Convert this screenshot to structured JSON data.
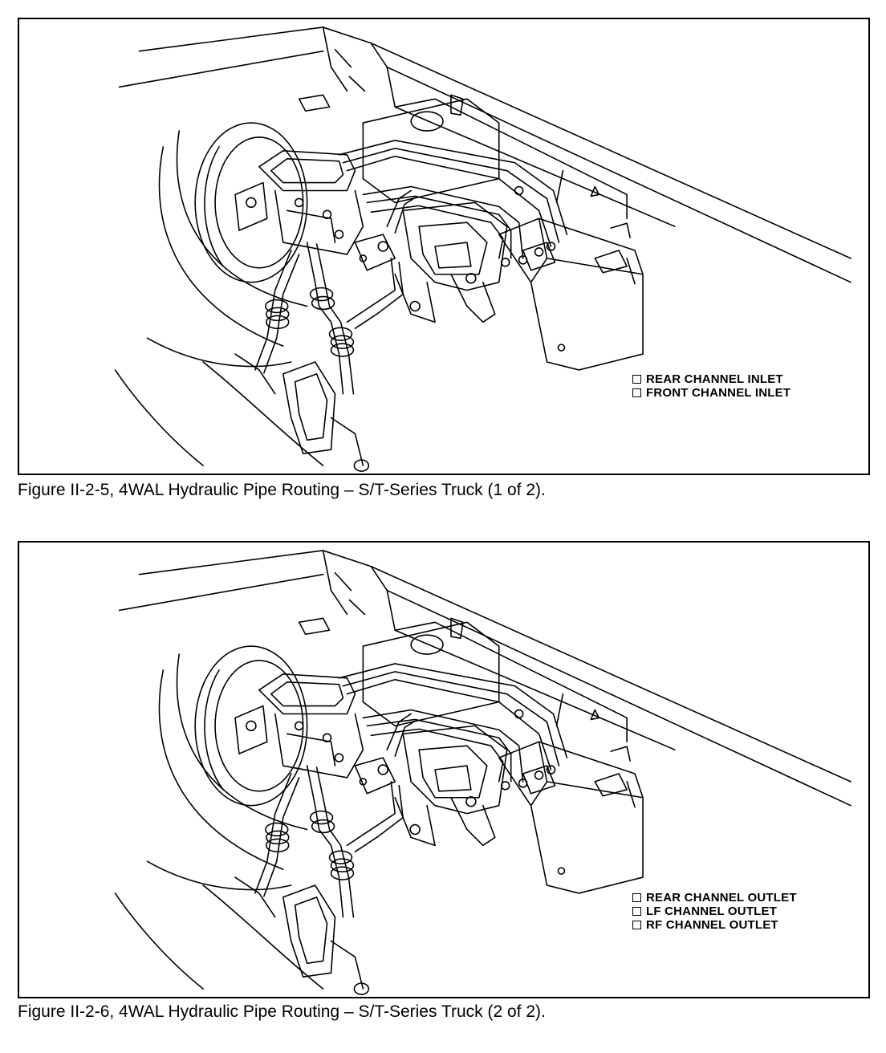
{
  "figures": [
    {
      "caption": "Figure II-2-5, 4WAL Hydraulic Pipe Routing – S/T-Series Truck (1 of 2).",
      "legend": [
        "REAR CHANNEL INLET",
        "FRONT CHANNEL INLET"
      ]
    },
    {
      "caption": "Figure II-2-6, 4WAL Hydraulic Pipe Routing – S/T-Series Truck (2 of 2).",
      "legend": [
        "REAR CHANNEL OUTLET",
        "LF CHANNEL OUTLET",
        "RF CHANNEL OUTLET"
      ]
    }
  ]
}
